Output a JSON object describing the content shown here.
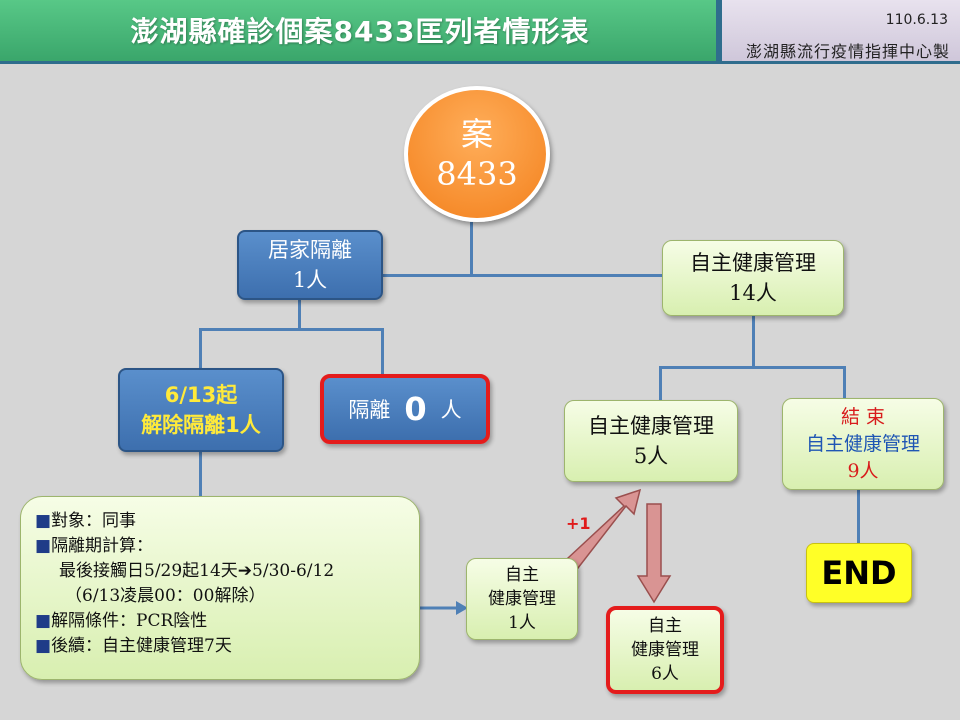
{
  "header": {
    "title": "澎湖縣確診個案8433匡列者情形表",
    "date": "110.6.13",
    "org": "澎湖縣流行疫情指揮中心製"
  },
  "case_node": {
    "line1": "案",
    "line2": "8433"
  },
  "home_isolation": {
    "label": "居家隔離",
    "count": "1人"
  },
  "self_health_mgmt": {
    "label": "自主健康管理",
    "count": "14人"
  },
  "released": {
    "line1": "6/13起",
    "line2": "解除隔離1人"
  },
  "isolation_now": {
    "label": "隔離",
    "count": "0",
    "unit": "人"
  },
  "shm_5": {
    "label": "自主健康管理",
    "count": "5人"
  },
  "ended": {
    "line1": "結 束",
    "line2": "自主健康管理",
    "count": "9人"
  },
  "end_label": "END",
  "plus_one": "+1",
  "shm_small_1": {
    "line1": "自主",
    "line2": "健康管理",
    "count": "1人"
  },
  "shm_small_6": {
    "line1": "自主",
    "line2": "健康管理",
    "count": "6人"
  },
  "note": {
    "target": "對象：同事",
    "period_title": "隔離期計算：",
    "period_line1": "最後接觸日5/29起14天➔5/30-6/12",
    "period_line2": "（6/13凌晨00：00解除）",
    "release_condition": "解隔條件：PCR陰性",
    "followup": "後續：自主健康管理7天"
  },
  "colors": {
    "header_green": "#3aa66b",
    "node_blue": "#3d6fae",
    "node_green": "#d8efb0",
    "orange": "#f3801c",
    "alert_red": "#e41c1c",
    "end_yellow": "#ffff27"
  }
}
